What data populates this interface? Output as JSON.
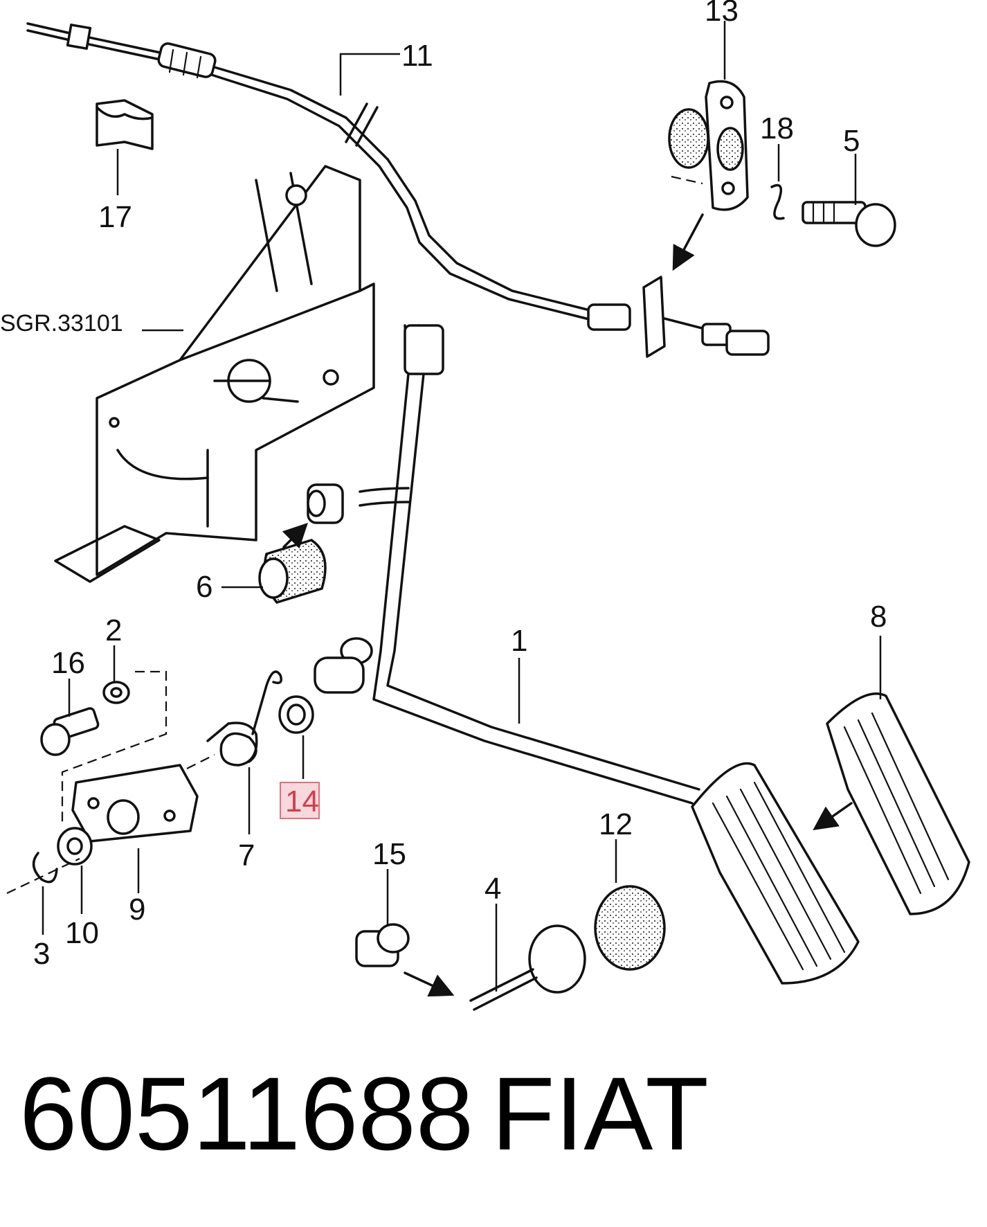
{
  "callouts": {
    "c1": "1",
    "c2": "2",
    "c3": "3",
    "c4": "4",
    "c5": "5",
    "c6": "6",
    "c7": "7",
    "c8": "8",
    "c9": "9",
    "c10": "10",
    "c11": "11",
    "c12": "12",
    "c13": "13",
    "c14": "14",
    "c15": "15",
    "c16": "16",
    "c17": "17",
    "c18": "18"
  },
  "assembly_ref": "SGR.33101",
  "highlighted_callout": "14",
  "footer": {
    "part_number": "60511688",
    "brand": "FIAT"
  },
  "colors": {
    "highlight_border": "#e07080",
    "highlight_fill": "#f8d8dc"
  }
}
